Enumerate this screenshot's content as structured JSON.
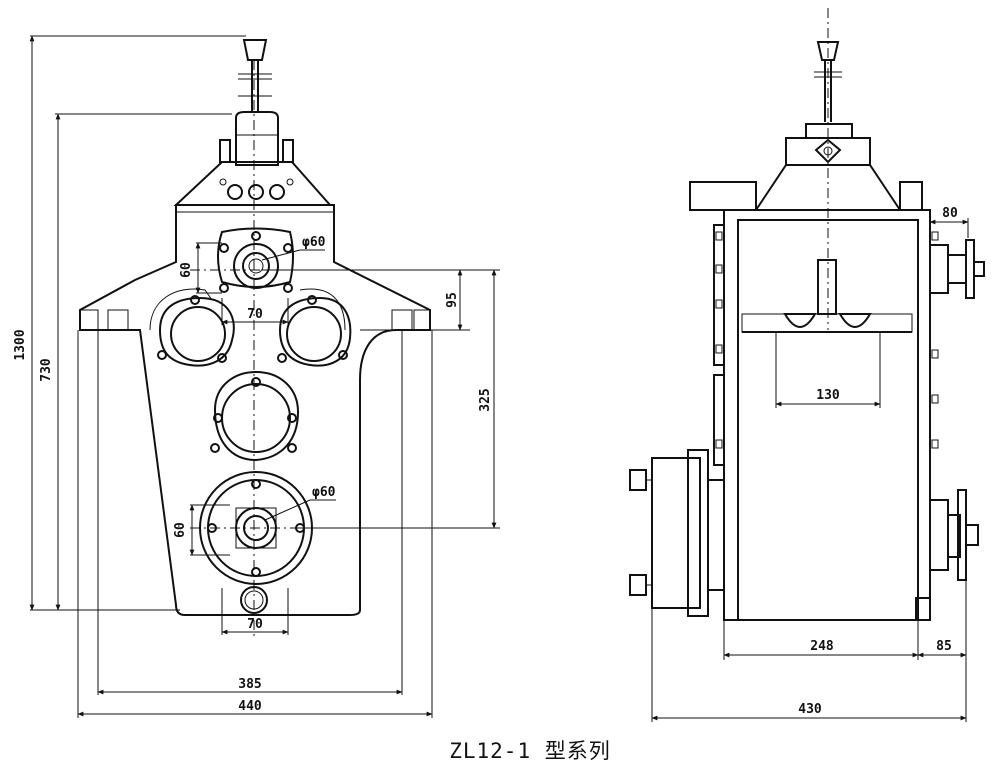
{
  "caption": "ZL12-1 型系列",
  "front_view": {
    "dim_height_total": "1300",
    "dim_height_lower": "730",
    "dim_top_flange_dia": "φ60",
    "dim_top_flange_height": "60",
    "dim_top_flange_width": "70",
    "dim_offset": "95",
    "dim_shaft_distance": "325",
    "dim_bottom_flange_dia": "φ60",
    "dim_bottom_flange_height": "60",
    "dim_bottom_flange_width": "70",
    "dim_mount_spacing": "385",
    "dim_overall_width": "440"
  },
  "side_view": {
    "dim_shaft_ext": "80",
    "dim_inner": "130",
    "dim_body": "248",
    "dim_right": "85",
    "dim_total": "430"
  }
}
